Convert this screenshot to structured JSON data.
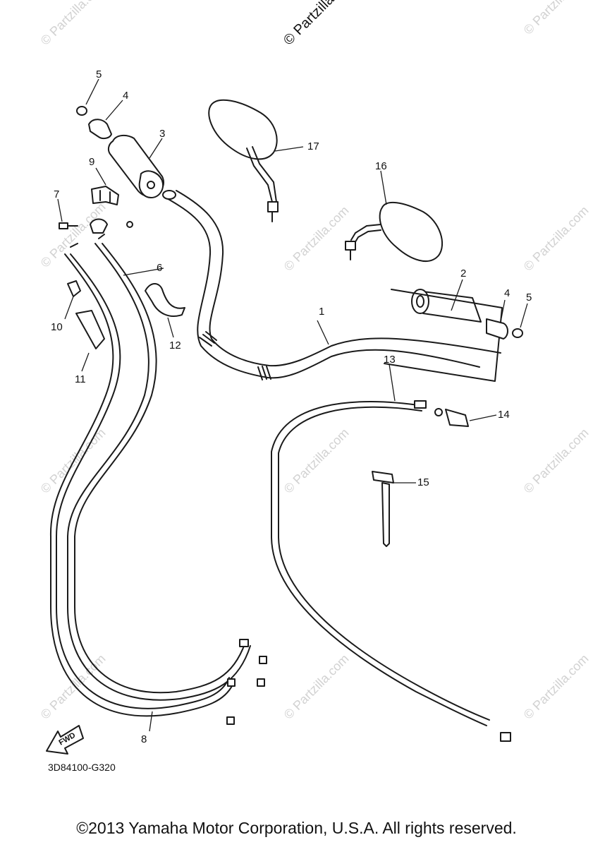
{
  "watermark_top": "© Partzilla.com",
  "watermark_repeat": "© Partzilla.com",
  "diagram_code": "3D84100-G320",
  "fwd_label": "FWD",
  "copyright": "©2013 Yamaha Motor Corporation, U.S.A. All rights reserved.",
  "callouts": {
    "c1": "1",
    "c2": "2",
    "c3": "3",
    "c4a": "4",
    "c4b": "4",
    "c5a": "5",
    "c5b": "5",
    "c6": "6",
    "c7": "7",
    "c8": "8",
    "c9": "9",
    "c10": "10",
    "c11": "11",
    "c12": "12",
    "c13": "13",
    "c14": "14",
    "c15": "15",
    "c16": "16",
    "c17": "17"
  }
}
